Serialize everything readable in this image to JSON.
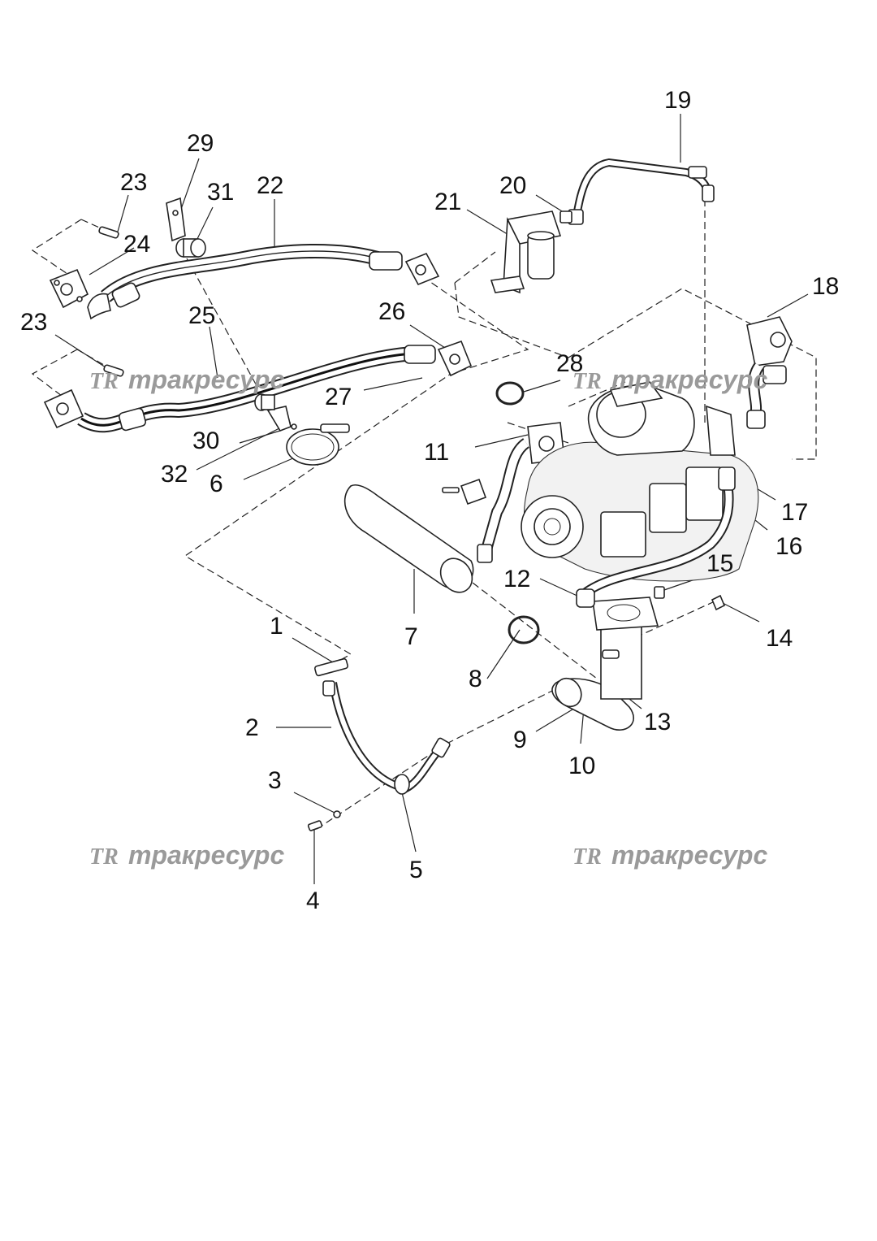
{
  "watermark": {
    "logo": "TR",
    "text": "тракресурс"
  },
  "callouts": [
    "1",
    "2",
    "3",
    "4",
    "5",
    "6",
    "7",
    "8",
    "9",
    "10",
    "11",
    "12",
    "13",
    "14",
    "15",
    "16",
    "17",
    "18",
    "19",
    "20",
    "21",
    "22",
    "23",
    "23",
    "24",
    "25",
    "26",
    "27",
    "28",
    "29",
    "30",
    "31",
    "32"
  ]
}
